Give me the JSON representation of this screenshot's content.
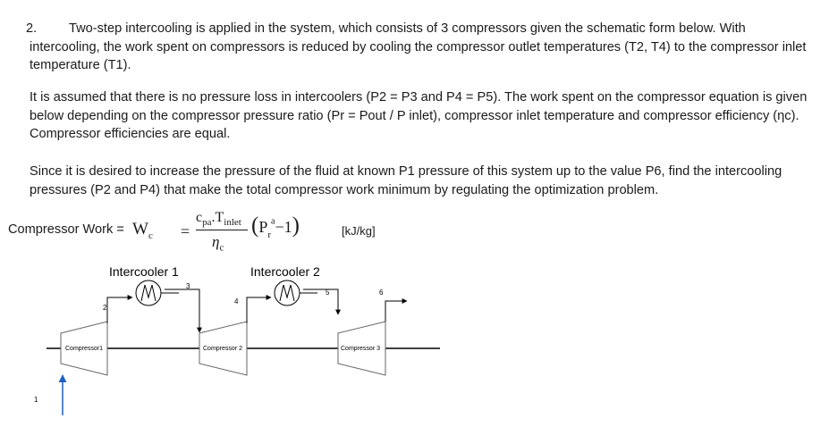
{
  "question": {
    "number": "2.",
    "paragraph1": "Two-step intercooling is applied in the system, which consists of 3 compressors given the schematic form below. With intercooling, the work spent on compressors is reduced by cooling the compressor outlet temperatures (T2, T4) to the compressor inlet temperature (T1).",
    "paragraph2": "It is assumed that there is no pressure loss in intercoolers (P2 = P3 and P4 = P5). The work spent on the compressor equation is given below depending on the compressor pressure ratio (Pr = Pout / P inlet), compressor inlet temperature and compressor efficiency (ηc). Compressor efficiencies are equal.",
    "paragraph3": "Since it is desired to increase the pressure of the fluid at known P1 pressure of this system up to the value P6, find the intercooling pressures (P2 and P4) that make the total compressor work minimum by regulating the optimization problem."
  },
  "formula": {
    "label": "Compressor Work =",
    "lhs": "W",
    "lhs_sub": "c",
    "equals": "=",
    "num_c": "c",
    "num_c_sub": "pa",
    "num_dot": ".",
    "num_T": "T",
    "num_T_sub": "inlet",
    "den": "η",
    "den_sub": "c",
    "paren_open": "(",
    "P": "P",
    "P_sub": "r",
    "P_sup": "a",
    "minus_one": "−1",
    "paren_close": ")",
    "unit": "[kJ/kg]"
  },
  "schematic": {
    "intercooler1_label": "Intercooler 1",
    "intercooler2_label": "Intercooler 2",
    "compressor1_label": "Compressor1",
    "compressor2_label": "Compressor 2",
    "compressor3_label": "Compressor 3",
    "state_labels": [
      "1",
      "2",
      "3",
      "4",
      "5",
      "6"
    ],
    "arrow_color": "#1f5fbf"
  }
}
